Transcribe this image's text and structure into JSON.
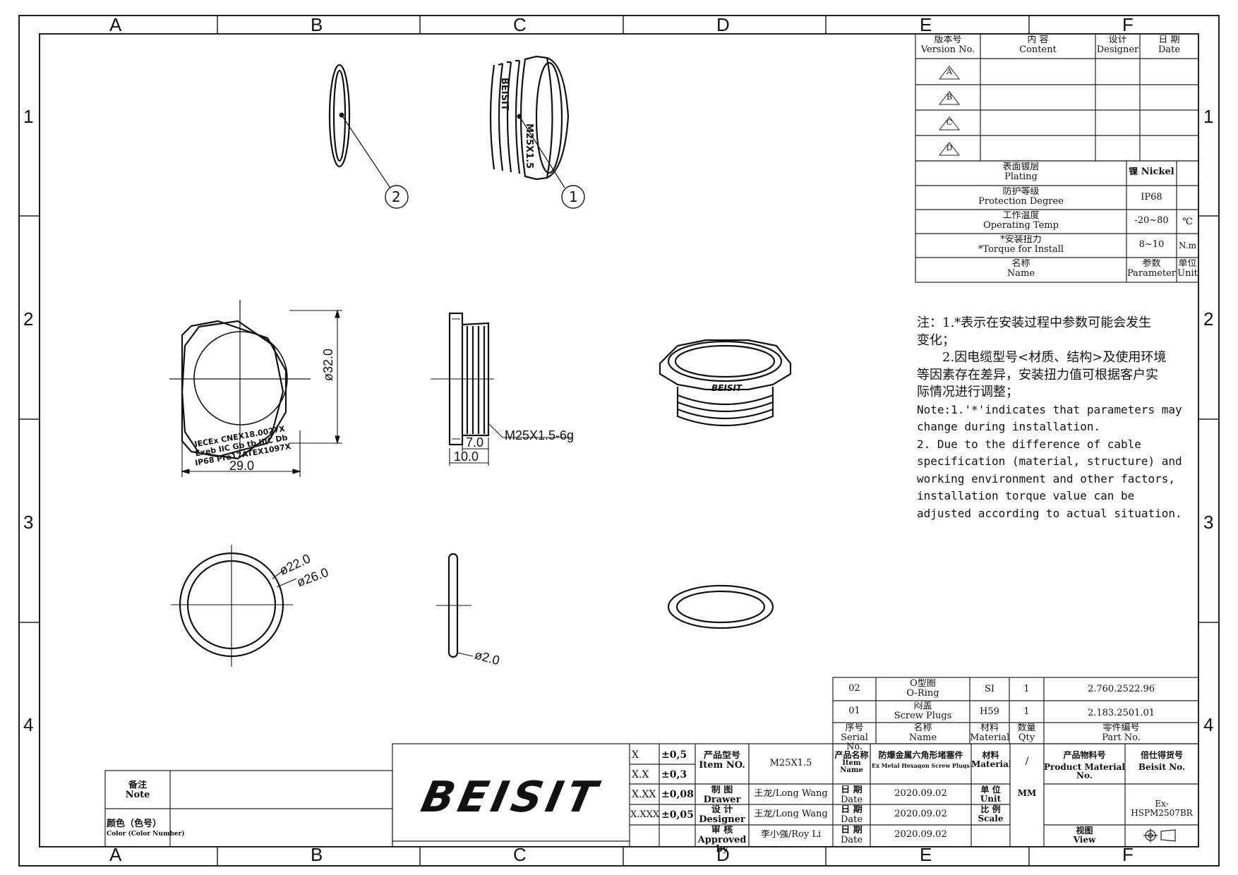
{
  "zones": {
    "columns": [
      "A",
      "B",
      "C",
      "D",
      "E",
      "F"
    ],
    "rows": [
      "1",
      "2",
      "3",
      "4"
    ]
  },
  "balloons": [
    "1",
    "2"
  ],
  "revision_table": {
    "headers": [
      {
        "cn": "版本号",
        "en": "Version No."
      },
      {
        "cn": "内 容",
        "en": "Content"
      },
      {
        "cn": "设计",
        "en": "Designer"
      },
      {
        "cn": "日 期",
        "en": "Date"
      }
    ],
    "versions": [
      "A",
      "B",
      "C",
      "D"
    ]
  },
  "param_table": {
    "rows": [
      {
        "cn": "表面镀层",
        "en": "Plating",
        "value": "镍 Nickel",
        "unit": ""
      },
      {
        "cn": "防护等级",
        "en": "Protection Degree",
        "value": "IP68",
        "unit": ""
      },
      {
        "cn": "工作温度",
        "en": "Operating Temp",
        "value": "-20~80",
        "unit": "℃"
      },
      {
        "cn": "*安装扭力",
        "en": "*Torque for Install",
        "value": "8~10",
        "unit": "N.m"
      }
    ],
    "footer": {
      "name_cn": "名称",
      "name_en": "Name",
      "param_cn": "参数",
      "param_en": "Parameter",
      "unit_cn": "单位",
      "unit_en": "Unit"
    }
  },
  "notes": {
    "cn1": "注：1.*表示在安装过程中参数可能会发生",
    "cn1b": "变化；",
    "cn2": "2.因电缆型号<材质、结构>及使用环境",
    "cn2b": "等因素存在差异，安装扭力值可根据客户实",
    "cn2c": "际情况进行调整；",
    "en1": "Note:1.'*'indicates that parameters may",
    "en1b": "change during installation.",
    "en2": "2. Due to the difference of cable",
    "en2b": "specification (material, structure) and",
    "en2c": "working environment and other factors,",
    "en2d": "installation torque value can be",
    "en2e": "adjusted according to actual situation."
  },
  "dimensions": {
    "hex_width": "29.0",
    "hex_dia": "ø32.0",
    "thread_len": "7.0",
    "total_len": "10.0",
    "thread": "M25X1.5-6g",
    "inner_dia": "ø22.0",
    "outer_dia": "ø26.0",
    "oring_section": "ø2.0"
  },
  "part_markings": {
    "hex_text": "IECEx CNEX18.0027X Exeb IIC Gb tb IIIC Db IP68 Pre17ATEX1097X",
    "thread_mark": "M25X1.5",
    "brand_mark": "BEISIT"
  },
  "bom": {
    "rows": [
      {
        "serial": "02",
        "name_cn": "O型圈",
        "name_en": "O-Ring",
        "material": "SI",
        "qty": "1",
        "part_no": "2.760.2522.96"
      },
      {
        "serial": "01",
        "name_cn": "闷盖",
        "name_en": "Screw Plugs",
        "material": "H59",
        "qty": "1",
        "part_no": "2.183.2501.01"
      }
    ],
    "header": {
      "serial_cn": "序号",
      "serial_en": "Serial No.",
      "name_cn": "名称",
      "name_en": "Name",
      "material_cn": "材料",
      "material_en": "Material",
      "qty_cn": "数量",
      "qty_en": "Qty",
      "part_cn": "零件编号",
      "part_en": "Part No."
    }
  },
  "title_block": {
    "note_cn": "备注",
    "note_en": "Note",
    "color_cn": "颜色（色号）",
    "color_en": "Color (Color Number)",
    "logo": "BEISIT",
    "tolerances": [
      {
        "fmt": "X",
        "tol": "±0,5"
      },
      {
        "fmt": "X.X",
        "tol": "±0,3"
      },
      {
        "fmt": "X.XX",
        "tol": "±0,08"
      },
      {
        "fmt": "X.XXX",
        "tol": "±0,05"
      }
    ],
    "item_no_cn": "产品型号",
    "item_no_en": "Item NO.",
    "item_no": "M25X1.5",
    "item_name_cn": "产品名称",
    "item_name_en": "Item Name",
    "item_name_cn_val": "防爆金属六角形堵塞件",
    "item_name_en_val": "Ex Metal Hexagon Screw Plugs",
    "material_cn": "材料",
    "material_en": "Material",
    "material_val": "/",
    "product_mat_cn": "产品物料号",
    "product_mat_en": "Product Material No.",
    "beisit_no_cn": "倍仕得货号",
    "beisit_no_en": "Beisit No.",
    "beisit_no": "Ex-HSPM2507BR",
    "drawer_cn": "制 图",
    "drawer_en": "Drawer",
    "drawer": "王龙/Long Wang",
    "designer_cn": "设 计",
    "designer_en": "Designer",
    "designer": "王龙/Long Wang",
    "approved_cn": "审 核",
    "approved_en": "Approved by",
    "approved": "李小强/Roy Li",
    "date_cn": "日 期",
    "date_en": "Date",
    "date": "2020.09.02",
    "unit_cn": "单 位",
    "unit_en": "Unit",
    "unit_val": "MM",
    "scale_cn": "比 例",
    "scale_en": "Scale",
    "view_cn": "视图",
    "view_en": "View"
  }
}
